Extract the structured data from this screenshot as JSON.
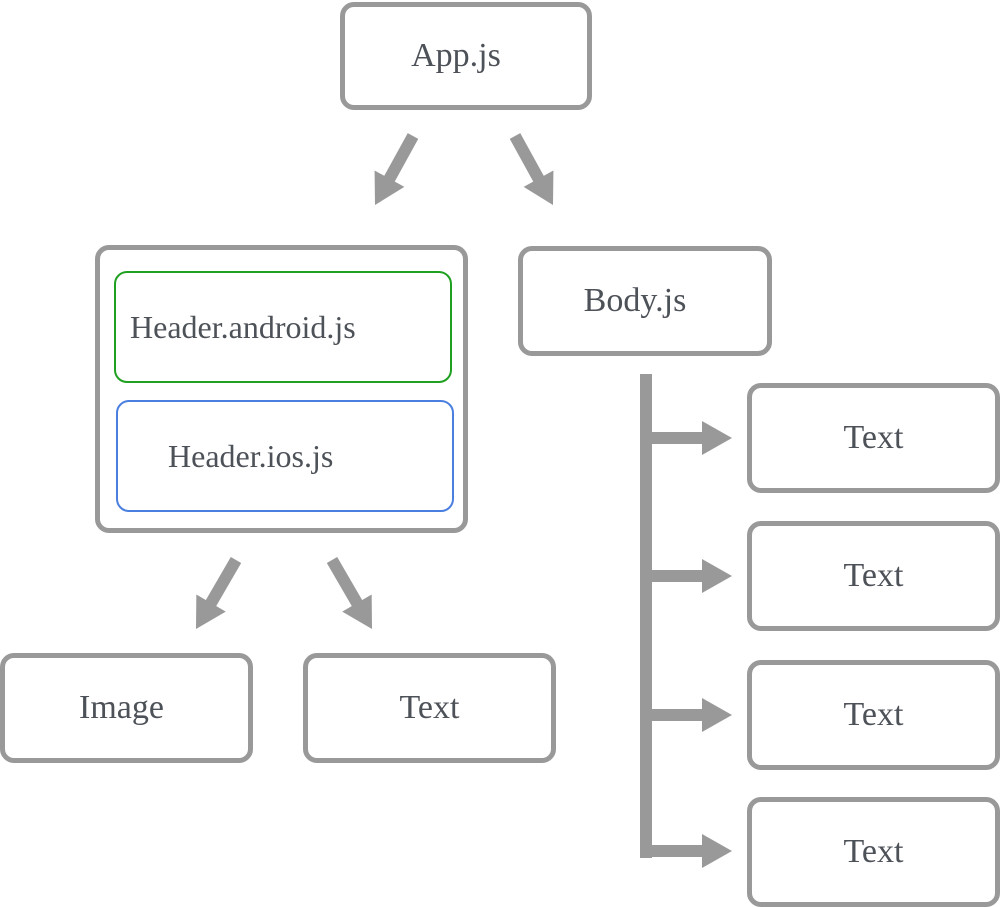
{
  "diagram": {
    "app": {
      "label": "App.js"
    },
    "header_group": {
      "android": {
        "label": "Header.android.js",
        "border_color": "#20a020"
      },
      "ios": {
        "label": "Header.ios.js",
        "border_color": "#4a7fe0"
      }
    },
    "body": {
      "label": "Body.js"
    },
    "header_children": [
      {
        "label": "Image"
      },
      {
        "label": "Text"
      }
    ],
    "body_children": [
      {
        "label": "Text"
      },
      {
        "label": "Text"
      },
      {
        "label": "Text"
      },
      {
        "label": "Text"
      }
    ],
    "colors": {
      "border": "#999999",
      "arrow": "#999999",
      "text": "#4d5158"
    }
  }
}
